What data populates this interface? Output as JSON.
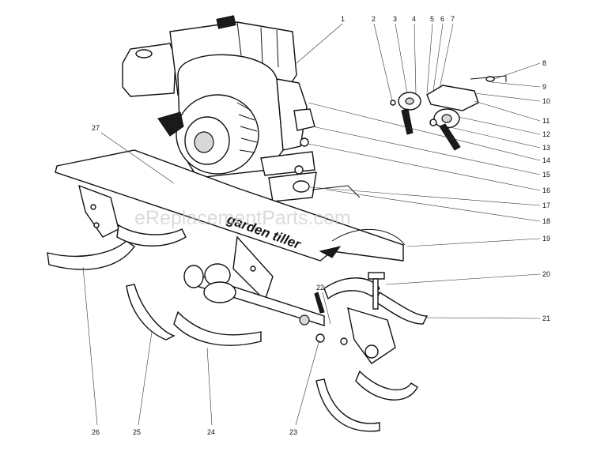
{
  "watermark": "eReplacementParts.com",
  "decal_text": "garden tiller",
  "callouts": [
    {
      "id": "c1",
      "label": "1"
    },
    {
      "id": "c2",
      "label": "2"
    },
    {
      "id": "c3",
      "label": "3"
    },
    {
      "id": "c4",
      "label": "4"
    },
    {
      "id": "c5",
      "label": "5"
    },
    {
      "id": "c6",
      "label": "6"
    },
    {
      "id": "c7",
      "label": "7"
    },
    {
      "id": "c8",
      "label": "8"
    },
    {
      "id": "c9",
      "label": "9"
    },
    {
      "id": "c10",
      "label": "10"
    },
    {
      "id": "c11",
      "label": "11"
    },
    {
      "id": "c12",
      "label": "12"
    },
    {
      "id": "c13",
      "label": "13"
    },
    {
      "id": "c14",
      "label": "14"
    },
    {
      "id": "c15",
      "label": "15"
    },
    {
      "id": "c16",
      "label": "16"
    },
    {
      "id": "c17",
      "label": "17"
    },
    {
      "id": "c18",
      "label": "18"
    },
    {
      "id": "c19",
      "label": "19"
    },
    {
      "id": "c20",
      "label": "20"
    },
    {
      "id": "c21",
      "label": "21"
    },
    {
      "id": "c22",
      "label": "22"
    },
    {
      "id": "c23",
      "label": "23"
    },
    {
      "id": "c24",
      "label": "24"
    },
    {
      "id": "c25",
      "label": "25"
    },
    {
      "id": "c26",
      "label": "26"
    },
    {
      "id": "c27",
      "label": "27"
    }
  ]
}
